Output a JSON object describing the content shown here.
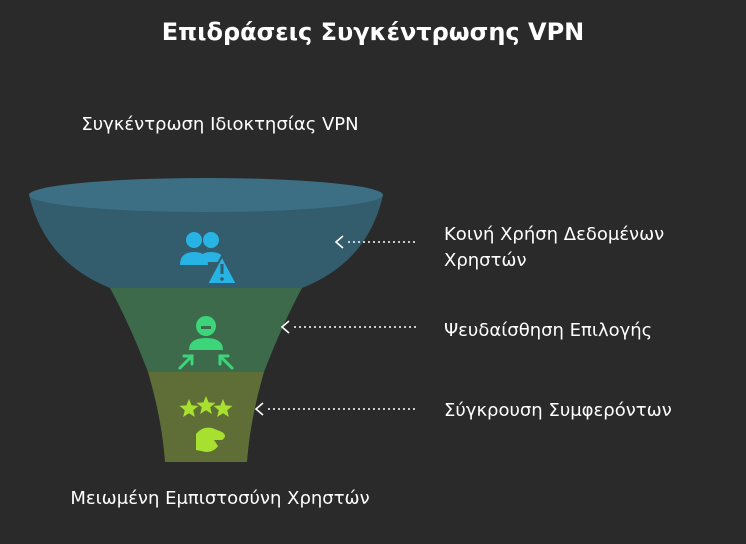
{
  "title": "Επιδράσεις Συγκέντρωσης VPN",
  "top_label": "Συγκέντρωση Ιδιοκτησίας VPN",
  "bottom_label": "Μειωμένη Εμπιστοσύνη Χρηστών",
  "stages": [
    {
      "label": "Κοινή Χρήση Δεδομένων Χρηστών",
      "icon": "users-warning-icon",
      "color": "#335d6d"
    },
    {
      "label": "Ψευδαίσθηση Επιλογής",
      "icon": "person-arrows-icon",
      "color": "#3d6a4a"
    },
    {
      "label": "Σύγκρουση Συμφερόντων",
      "icon": "stars-hand-icon",
      "color": "#5e6e36"
    }
  ],
  "colors": {
    "background": "#2a2a2a",
    "rim": "#3d6f84",
    "icon_blue": "#27b3e3",
    "icon_green": "#3cd57a",
    "icon_lime": "#a8e030"
  }
}
